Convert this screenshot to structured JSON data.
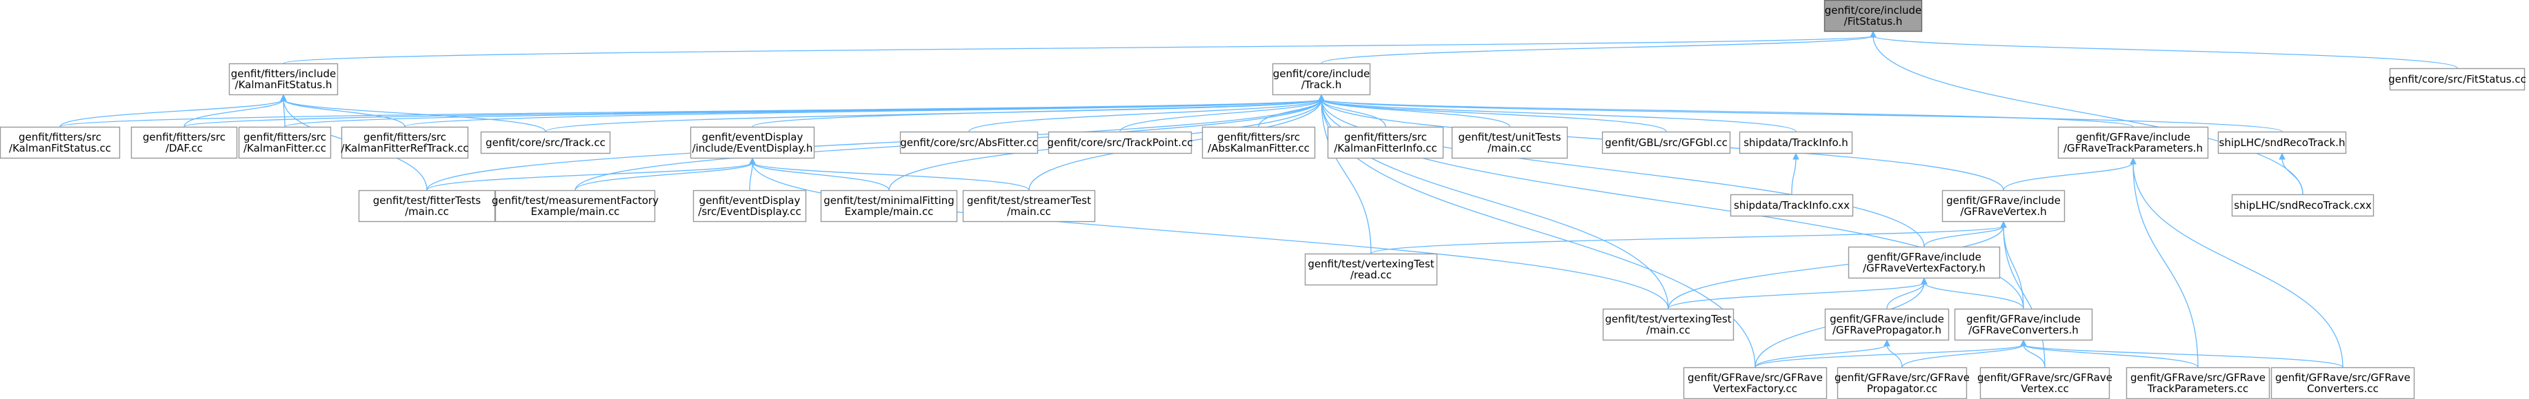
{
  "diagram": {
    "nodes": [
      {
        "id": "root",
        "lines": [
          "genfit/core/include",
          "/FitStatus.h"
        ],
        "root": true
      },
      {
        "id": "kfs_h",
        "lines": [
          "genfit/fitters/include",
          "/KalmanFitStatus.h"
        ]
      },
      {
        "id": "track_h",
        "lines": [
          "genfit/core/include",
          "/Track.h"
        ]
      },
      {
        "id": "fitstatus_cc",
        "lines": [
          "genfit/core/src/FitStatus.cc"
        ]
      },
      {
        "id": "kfs_cc",
        "lines": [
          "genfit/fitters/src",
          "/KalmanFitStatus.cc"
        ]
      },
      {
        "id": "daf_cc",
        "lines": [
          "genfit/fitters/src",
          "/DAF.cc"
        ]
      },
      {
        "id": "kalmanfitter_cc",
        "lines": [
          "genfit/fitters/src",
          "/KalmanFitter.cc"
        ]
      },
      {
        "id": "kfrt_cc",
        "lines": [
          "genfit/fitters/src",
          "/KalmanFitterRefTrack.cc"
        ]
      },
      {
        "id": "track_cc",
        "lines": [
          "genfit/core/src/Track.cc"
        ]
      },
      {
        "id": "eventdisplay_h",
        "lines": [
          "genfit/eventDisplay",
          "/include/EventDisplay.h"
        ]
      },
      {
        "id": "absfitter_cc",
        "lines": [
          "genfit/core/src/AbsFitter.cc"
        ]
      },
      {
        "id": "trackpoint_cc",
        "lines": [
          "genfit/core/src/TrackPoint.cc"
        ]
      },
      {
        "id": "abskalman_cc",
        "lines": [
          "genfit/fitters/src",
          "/AbsKalmanFitter.cc"
        ]
      },
      {
        "id": "kfinfo_cc",
        "lines": [
          "genfit/fitters/src",
          "/KalmanFitterInfo.cc"
        ]
      },
      {
        "id": "unittests_cc",
        "lines": [
          "genfit/test/unitTests",
          "/main.cc"
        ]
      },
      {
        "id": "gfgbl_cc",
        "lines": [
          "genfit/GBL/src/GFGbl.cc"
        ]
      },
      {
        "id": "trackinfo_h",
        "lines": [
          "shipdata/TrackInfo.h"
        ]
      },
      {
        "id": "gfrtp_h",
        "lines": [
          "genfit/GFRave/include",
          "/GFRaveTrackParameters.h"
        ]
      },
      {
        "id": "sndreco_h",
        "lines": [
          "shipLHC/sndRecoTrack.h"
        ]
      },
      {
        "id": "fittertests_cc",
        "lines": [
          "genfit/test/fitterTests",
          "/main.cc"
        ]
      },
      {
        "id": "measfactory_cc",
        "lines": [
          "genfit/test/measurementFactory",
          "Example/main.cc"
        ]
      },
      {
        "id": "eventdisplay_cc",
        "lines": [
          "genfit/eventDisplay",
          "/src/EventDisplay.cc"
        ]
      },
      {
        "id": "minimalfit_cc",
        "lines": [
          "genfit/test/minimalFitting",
          "Example/main.cc"
        ]
      },
      {
        "id": "streamer_cc",
        "lines": [
          "genfit/test/streamerTest",
          "/main.cc"
        ]
      },
      {
        "id": "trackinfo_cxx",
        "lines": [
          "shipdata/TrackInfo.cxx"
        ]
      },
      {
        "id": "gfrvertex_h",
        "lines": [
          "genfit/GFRave/include",
          "/GFRaveVertex.h"
        ]
      },
      {
        "id": "sndreco_cxx",
        "lines": [
          "shipLHC/sndRecoTrack.cxx"
        ]
      },
      {
        "id": "vtxread_cc",
        "lines": [
          "genfit/test/vertexingTest",
          "/read.cc"
        ]
      },
      {
        "id": "gfrvf_h",
        "lines": [
          "genfit/GFRave/include",
          "/GFRaveVertexFactory.h"
        ]
      },
      {
        "id": "vtxmain_cc",
        "lines": [
          "genfit/test/vertexingTest",
          "/main.cc"
        ]
      },
      {
        "id": "gfrprop_h",
        "lines": [
          "genfit/GFRave/include",
          "/GFRavePropagator.h"
        ]
      },
      {
        "id": "gfrconv_h",
        "lines": [
          "genfit/GFRave/include",
          "/GFRaveConverters.h"
        ]
      },
      {
        "id": "gfrvf_cc",
        "lines": [
          "genfit/GFRave/src/GFRave",
          "VertexFactory.cc"
        ]
      },
      {
        "id": "gfrprop_cc",
        "lines": [
          "genfit/GFRave/src/GFRave",
          "Propagator.cc"
        ]
      },
      {
        "id": "gfrvertex_cc",
        "lines": [
          "genfit/GFRave/src/GFRave",
          "Vertex.cc"
        ]
      },
      {
        "id": "gfrtp_cc",
        "lines": [
          "genfit/GFRave/src/GFRave",
          "TrackParameters.cc"
        ]
      },
      {
        "id": "gfrconv_cc",
        "lines": [
          "genfit/GFRave/src/GFRave",
          "Converters.cc"
        ]
      }
    ],
    "edges": [
      [
        "kfs_h",
        "root"
      ],
      [
        "track_h",
        "root"
      ],
      [
        "fitstatus_cc",
        "root"
      ],
      [
        "sndreco_cxx",
        "root"
      ],
      [
        "kfs_cc",
        "kfs_h"
      ],
      [
        "daf_cc",
        "kfs_h"
      ],
      [
        "kalmanfitter_cc",
        "kfs_h"
      ],
      [
        "kfrt_cc",
        "kfs_h"
      ],
      [
        "track_cc",
        "kfs_h"
      ],
      [
        "fittertests_cc",
        "kfs_h"
      ],
      [
        "kfs_cc",
        "track_h"
      ],
      [
        "daf_cc",
        "track_h"
      ],
      [
        "kalmanfitter_cc",
        "track_h"
      ],
      [
        "kfrt_cc",
        "track_h"
      ],
      [
        "track_cc",
        "track_h"
      ],
      [
        "eventdisplay_h",
        "track_h"
      ],
      [
        "absfitter_cc",
        "track_h"
      ],
      [
        "trackpoint_cc",
        "track_h"
      ],
      [
        "abskalman_cc",
        "track_h"
      ],
      [
        "kfinfo_cc",
        "track_h"
      ],
      [
        "unittests_cc",
        "track_h"
      ],
      [
        "gfgbl_cc",
        "track_h"
      ],
      [
        "trackinfo_h",
        "track_h"
      ],
      [
        "gfrtp_h",
        "track_h"
      ],
      [
        "sndreco_h",
        "track_h"
      ],
      [
        "fittertests_cc",
        "track_h"
      ],
      [
        "measfactory_cc",
        "track_h"
      ],
      [
        "minimalfit_cc",
        "track_h"
      ],
      [
        "streamer_cc",
        "track_h"
      ],
      [
        "gfrvertex_h",
        "track_h"
      ],
      [
        "vtxread_cc",
        "track_h"
      ],
      [
        "gfrvf_h",
        "track_h"
      ],
      [
        "vtxmain_cc",
        "track_h"
      ],
      [
        "gfrconv_h",
        "track_h"
      ],
      [
        "gfrvf_cc",
        "track_h"
      ],
      [
        "fittertests_cc",
        "eventdisplay_h"
      ],
      [
        "measfactory_cc",
        "eventdisplay_h"
      ],
      [
        "eventdisplay_cc",
        "eventdisplay_h"
      ],
      [
        "minimalfit_cc",
        "eventdisplay_h"
      ],
      [
        "streamer_cc",
        "eventdisplay_h"
      ],
      [
        "vtxmain_cc",
        "eventdisplay_h"
      ],
      [
        "trackinfo_cxx",
        "trackinfo_h"
      ],
      [
        "sndreco_cxx",
        "sndreco_h"
      ],
      [
        "gfrvertex_h",
        "gfrtp_h"
      ],
      [
        "gfrtp_cc",
        "gfrtp_h"
      ],
      [
        "gfrconv_cc",
        "gfrtp_h"
      ],
      [
        "vtxread_cc",
        "gfrvertex_h"
      ],
      [
        "gfrvf_h",
        "gfrvertex_h"
      ],
      [
        "vtxmain_cc",
        "gfrvertex_h"
      ],
      [
        "gfrconv_h",
        "gfrvertex_h"
      ],
      [
        "gfrvertex_cc",
        "gfrvertex_h"
      ],
      [
        "vtxmain_cc",
        "gfrvf_h"
      ],
      [
        "gfrprop_h",
        "gfrvf_h"
      ],
      [
        "gfrconv_h",
        "gfrvf_h"
      ],
      [
        "gfrvf_cc",
        "gfrvf_h"
      ],
      [
        "gfrvf_cc",
        "gfrprop_h"
      ],
      [
        "gfrprop_cc",
        "gfrprop_h"
      ],
      [
        "gfrvf_cc",
        "gfrconv_h"
      ],
      [
        "gfrprop_cc",
        "gfrconv_h"
      ],
      [
        "gfrvertex_cc",
        "gfrconv_h"
      ],
      [
        "gfrtp_cc",
        "gfrconv_h"
      ],
      [
        "gfrconv_cc",
        "gfrconv_h"
      ]
    ]
  }
}
